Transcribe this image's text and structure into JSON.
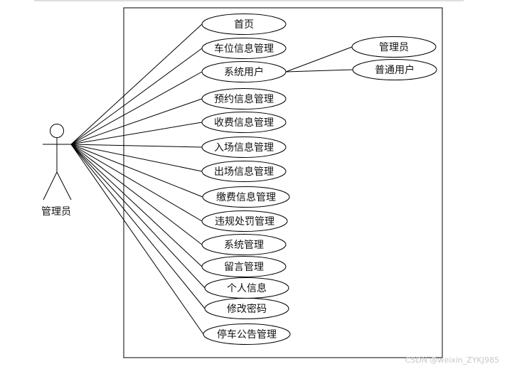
{
  "actor": {
    "name": "管理员"
  },
  "use_cases": [
    {
      "id": "uc-home",
      "label": "首页"
    },
    {
      "id": "uc-parking-info",
      "label": "车位信息管理"
    },
    {
      "id": "uc-system-users",
      "label": "系统用户"
    },
    {
      "id": "uc-reservation",
      "label": "预约信息管理"
    },
    {
      "id": "uc-charge",
      "label": "收费信息管理"
    },
    {
      "id": "uc-entry",
      "label": "入场信息管理"
    },
    {
      "id": "uc-exit",
      "label": "出场信息管理"
    },
    {
      "id": "uc-payment",
      "label": "缴费信息管理"
    },
    {
      "id": "uc-violation",
      "label": "违规处罚管理"
    },
    {
      "id": "uc-system-mgmt",
      "label": "系统管理"
    },
    {
      "id": "uc-message",
      "label": "留言管理"
    },
    {
      "id": "uc-personal",
      "label": "个人信息"
    },
    {
      "id": "uc-password",
      "label": "修改密码"
    },
    {
      "id": "uc-notice",
      "label": "停车公告管理"
    }
  ],
  "sub_use_cases": [
    {
      "id": "sub-admin",
      "label": "管理员",
      "parent": "uc-system-users"
    },
    {
      "id": "sub-user",
      "label": "普通用户",
      "parent": "uc-system-users"
    }
  ],
  "watermark": "CSDN @weixin_ZYKJ985"
}
